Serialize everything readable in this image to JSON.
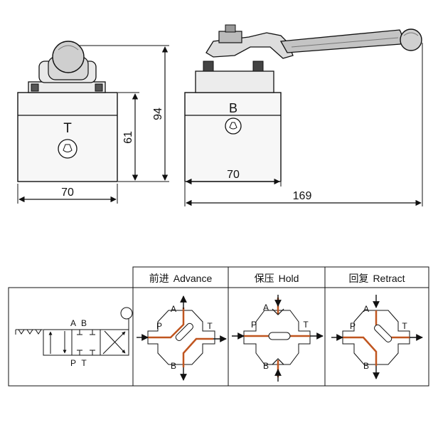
{
  "dimensions": {
    "width_front": "70",
    "height_body": "61",
    "height_total": "94",
    "width_side": "70",
    "length_total": "169"
  },
  "ports": {
    "tank_mark": "T",
    "b_mark": "B"
  },
  "table": {
    "headers": [
      {
        "cn": "前进",
        "en": "Advance"
      },
      {
        "cn": "保压",
        "en": "Hold"
      },
      {
        "cn": "回复",
        "en": "Retract"
      }
    ],
    "symbol_labels": {
      "a": "A",
      "b": "B",
      "p": "P",
      "t": "T"
    },
    "port_labels": {
      "a": "A",
      "b": "B",
      "p": "P",
      "t": "T"
    }
  },
  "colors": {
    "flow": "#c0551f",
    "line": "#111111",
    "body_fill": "#f6f6f6",
    "dark_fill": "#444444"
  }
}
